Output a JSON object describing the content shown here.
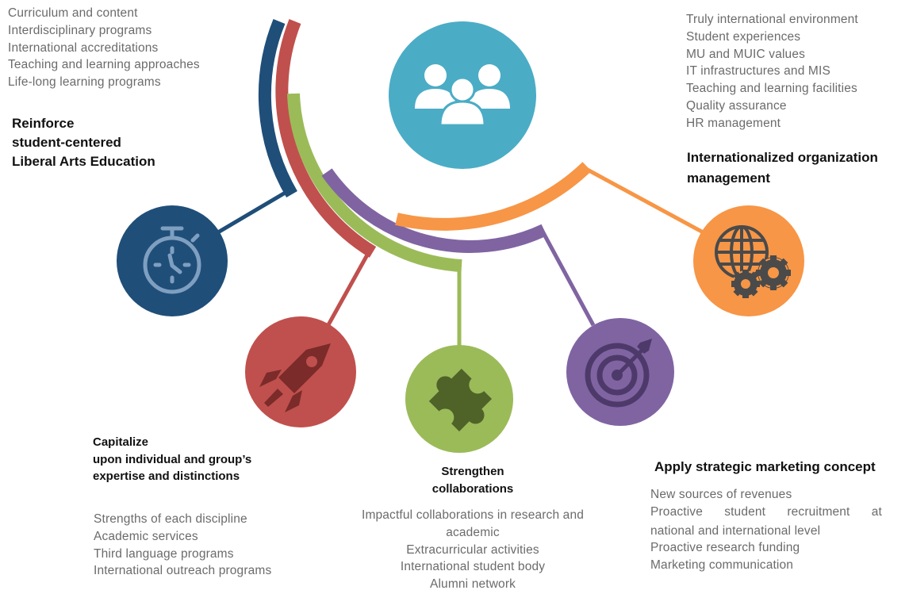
{
  "colors": {
    "navy": "#1f4e79",
    "red": "#c0504d",
    "green": "#9bbb59",
    "purple": "#8064a2",
    "orange": "#f79646",
    "teal": "#4bacc6",
    "icon_dark_red": "#7b2b29",
    "icon_dark_green": "#4f6228",
    "icon_dark_purple": "#4e3a6a",
    "icon_dark_orange": "#4a4a4a"
  },
  "hub": {
    "icon": "people-group-icon",
    "color": "#4bacc6"
  },
  "nodes": [
    {
      "id": "liberal-arts",
      "color": "#1f4e79",
      "icon": "stopwatch-icon",
      "title": [
        "Reinforce",
        "student-centered",
        "Liberal Arts Education"
      ],
      "items": [
        "Curriculum and content",
        "Interdisciplinary programs",
        "International accreditations",
        "Teaching and learning approaches",
        "Life-long learning programs"
      ]
    },
    {
      "id": "expertise",
      "color": "#c0504d",
      "icon": "rocket-icon",
      "title": [
        "Capitalize",
        "upon individual and group’s",
        "expertise and distinctions"
      ],
      "items": [
        "Strengths of each discipline",
        "Academic services",
        "Third language programs",
        "International outreach programs"
      ]
    },
    {
      "id": "collaborations",
      "color": "#9bbb59",
      "icon": "puzzle-icon",
      "title": [
        "Strengthen",
        "collaborations"
      ],
      "items": [
        "Impactful collaborations in research and",
        "academic",
        "Extracurricular activities",
        "International student body",
        "Alumni network"
      ]
    },
    {
      "id": "marketing",
      "color": "#8064a2",
      "icon": "target-icon",
      "title": [
        "Apply strategic marketing concept"
      ],
      "items": [
        "New sources of revenues",
        "Proactive student recruitment at",
        "national and international level",
        "Proactive research funding",
        "Marketing communication"
      ],
      "justified_line_words": [
        "Proactive",
        "student",
        "recruitment",
        "at"
      ]
    },
    {
      "id": "organization",
      "color": "#f79646",
      "icon": "globe-gears-icon",
      "title": [
        "Internationalized organization",
        "management"
      ],
      "items": [
        "Truly international environment",
        "Student experiences",
        "MU and MUIC values",
        "IT infrastructures and MIS",
        "Teaching and learning facilities",
        "Quality assurance",
        "HR management"
      ]
    }
  ]
}
